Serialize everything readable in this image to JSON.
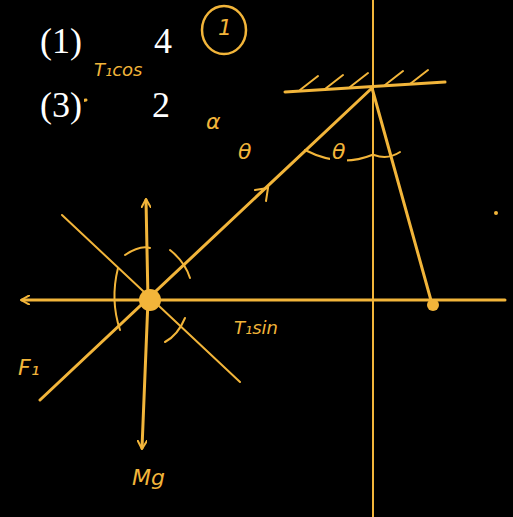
{
  "diagram": {
    "labels": [
      "1",
      "(1)",
      "4",
      "T₁cos",
      "(3)",
      "2",
      "α",
      "θ",
      "θ",
      "F₁",
      "T₁sin",
      "Mg"
    ]
  }
}
